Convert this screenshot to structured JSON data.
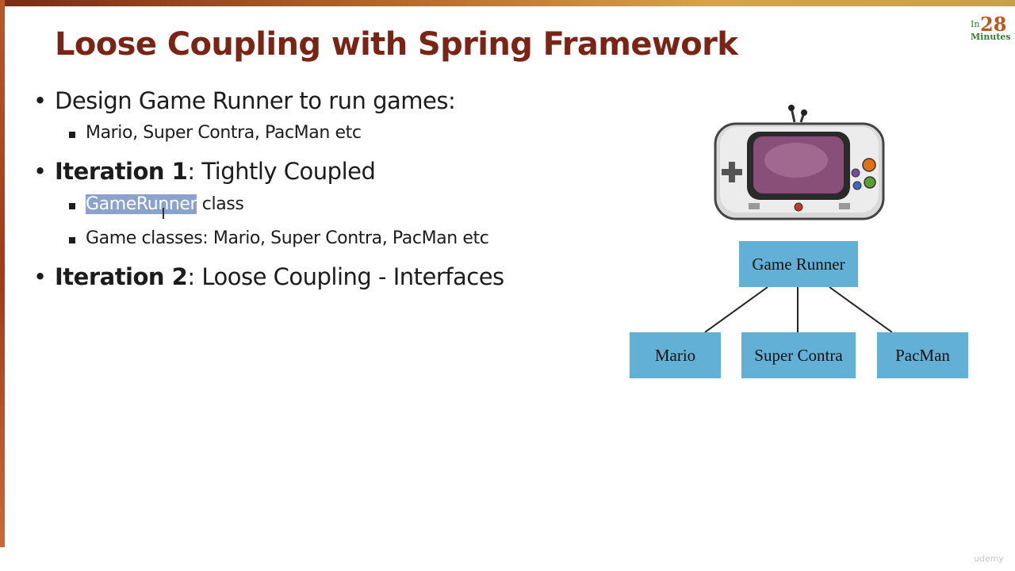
{
  "slide": {
    "title": "Loose Coupling with Spring Framework",
    "logo": {
      "prefix": "In",
      "number": "28",
      "suffix": "Minutes"
    },
    "bullets": [
      {
        "text": "Design Game Runner to run games:"
      },
      {
        "bold": "Iteration 1",
        "text": ": Tightly Coupled"
      },
      {
        "bold": "Iteration 2",
        "text": ": Loose Coupling - Interfaces"
      }
    ],
    "sub_bullets": [
      {
        "text": "Mario, Super Contra, PacMan etc"
      },
      {
        "highlight": "GameRunner",
        "text": " class"
      },
      {
        "text": "Game classes: Mario, Super Contra, PacMan etc"
      }
    ],
    "diagram": {
      "root": "Game Runner",
      "children": [
        "Mario",
        "Super Contra",
        "PacMan"
      ]
    },
    "watermark": "udemy"
  },
  "colors": {
    "title": "#7a2416",
    "node_fill": "#62b0d6",
    "selection": "#8ba2cf"
  },
  "icons": [
    "game-console-icon"
  ]
}
